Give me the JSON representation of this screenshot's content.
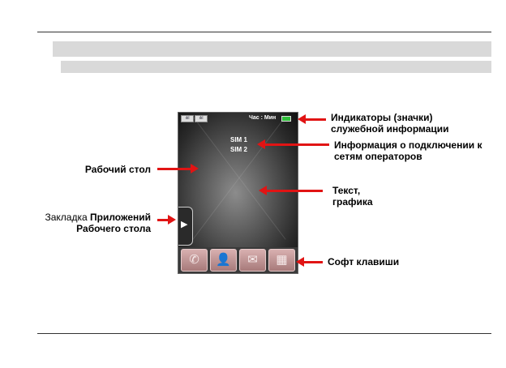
{
  "phone": {
    "status_signal_1": "ılıl",
    "status_signal_2": "ılıl",
    "clock": "Час : Мин",
    "sim1": "SIM 1",
    "sim2": "SIM 2",
    "tab_glyph": "▶",
    "softkeys": [
      {
        "icon": "phone-call-icon",
        "glyph": "✆"
      },
      {
        "icon": "contacts-icon",
        "glyph": "👤"
      },
      {
        "icon": "envelope-icon",
        "glyph": "✉"
      },
      {
        "icon": "grid-menu-icon",
        "glyph": "▦"
      }
    ]
  },
  "annotations": {
    "indicators": [
      "Индикаторы (значки)",
      "служебной информации"
    ],
    "network": [
      "Информация о подключении к",
      "сетям операторов"
    ],
    "desktop": "Рабочий стол",
    "text_graphics": [
      "Текст,",
      "графика"
    ],
    "apps_tab_prefix": "Закладка ",
    "apps_tab_bold1": "Приложений",
    "apps_tab_bold2": "Рабочего стола",
    "softkeys": "Софт клавиши"
  },
  "colors": {
    "arrow": "#e11414",
    "softkey": "#b98a8a",
    "battery": "#2fbf3a"
  }
}
